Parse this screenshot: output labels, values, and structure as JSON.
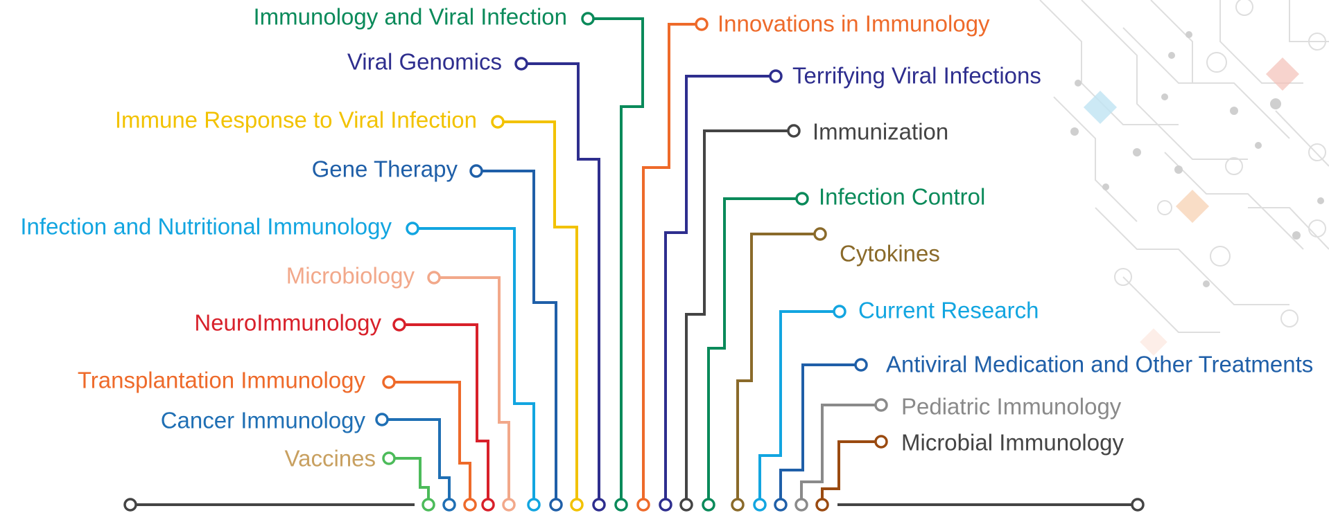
{
  "topics": [
    {
      "label": "Immunology and Viral Infection",
      "color": "#0a8a5a"
    },
    {
      "label": "Viral Genomics",
      "color": "#2e2e8e"
    },
    {
      "label": "Immune Response to Viral Infection",
      "color": "#f2c200"
    },
    {
      "label": "Gene Therapy",
      "color": "#1f5fa8"
    },
    {
      "label": "Infection and Nutritional Immunology",
      "color": "#12a5e0"
    },
    {
      "label": "Microbiology",
      "color": "#f2a88a"
    },
    {
      "label": "NeuroImmunology",
      "color": "#d8202a"
    },
    {
      "label": "Transplantation Immunology",
      "color": "#ee6a2a"
    },
    {
      "label": "Cancer Immunology",
      "color": "#1f6fb4"
    },
    {
      "label": "Vaccines",
      "color": "#c8a060"
    },
    {
      "label": "Innovations in Immunology",
      "color": "#ee6a2a"
    },
    {
      "label": "Terrifying Viral Infections",
      "color": "#2e2e8e"
    },
    {
      "label": "Immunization",
      "color": "#444444"
    },
    {
      "label": "Infection Control",
      "color": "#0a8a5a"
    },
    {
      "label": "Cytokines",
      "color": "#8a6a2a"
    },
    {
      "label": "Current Research",
      "color": "#12a5e0"
    },
    {
      "label": "Antiviral Medication and Other Treatments",
      "color": "#1f5fa8"
    },
    {
      "label": "Pediatric Immunology",
      "color": "#8a8a8a"
    },
    {
      "label": "Microbial Immunology",
      "color": "#444444"
    }
  ],
  "wire_colors": {
    "vaccines_wire": "#4cbb5a",
    "microbial_wire": "#9a4a10",
    "baseline": "#444444"
  }
}
